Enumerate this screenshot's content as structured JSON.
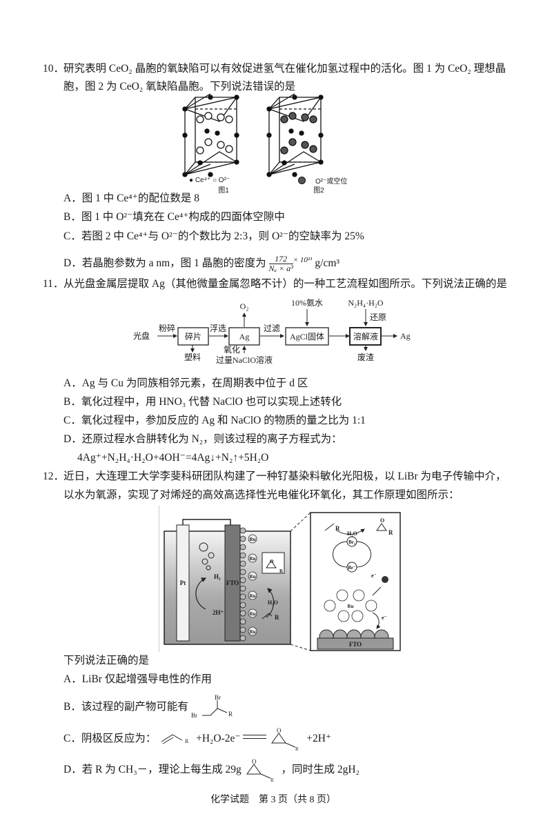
{
  "q10": {
    "number": "10．",
    "line1": "研究表明 CeO₂ 晶胞的氧缺陷可以有效促进氢气在催化加氢过程中的活化。图 1 为 CeO₂ 理想晶",
    "line2": "胞，图 2 为 CeO₂ 氧缺陷晶胞。下列说法错误的是",
    "figure": {
      "legend1_ce": "Ce⁴⁺",
      "legend1_o": "O²⁻",
      "caption1": "图1",
      "legend2": "O²⁻或空位",
      "caption2": "图2"
    },
    "options": {
      "A": "A．图 1 中 Ce⁴⁺的配位数是 8",
      "B": "B．图 1 中 O²⁻填充在 Ce⁴⁺构成的四面体空隙中",
      "C": "C．若图 2 中 Ce⁴⁺与 O²⁻的个数比为 2:3，则 O²⁻的空缺率为 25%",
      "D_prefix": "D．若晶胞参数为 a nm，图 1 晶胞的密度为",
      "D_num": "172",
      "D_den": "Nₐ × a³",
      "D_exp": "× 10²¹",
      "D_unit": "g/cm³"
    }
  },
  "q11": {
    "number": "11．",
    "line1": "从光盘金属层提取 Ag（其他微量金属忽略不计）的一种工艺流程如图所示。下列说法正确的是",
    "flow": {
      "start": "光盘",
      "step1_label": "粉碎",
      "box1": "碎片",
      "out1": "塑料",
      "step2_label": "浮选",
      "box2": "Ag",
      "gas": "O₂",
      "oxid_label": "氧化",
      "oxid_reagent": "过量NaClO溶液",
      "step3_label": "过滤",
      "box3": "AgCl固体",
      "ammonia": "10%氨水",
      "box4": "溶解液",
      "reagent4": "N₂H₄·H₂O",
      "reduce_label": "还原",
      "waste": "废渣",
      "product": "Ag"
    },
    "options": {
      "A": "A．Ag 与 Cu 为同族相邻元素，在周期表中位于 d 区",
      "B": "B．氧化过程中，用 HNO₃ 代替 NaClO 也可以实现上述转化",
      "C": "C．氧化过程中，参加反应的 Ag 和 NaClO 的物质的量之比为 1:1",
      "D": "D．还原过程水合肼转化为 N₂，则该过程的离子方程式为：",
      "D_eq": "4Ag⁺+N₂H₄·H₂O+4OH⁻=4Ag↓+N₂↑+5H₂O"
    }
  },
  "q12": {
    "number": "12．",
    "line1": "近日，大连理工大学李斐科研团队构建了一种钌基染料敏化光阳极，以 LiBr 为电子传输中介，",
    "line2": "以水为氧源，实现了对烯烃的高效高选择性光电催化环氧化，其工作原理如图所示：",
    "figure": {
      "pt": "Pt",
      "h2": "H₂",
      "h_plus": "2H⁺",
      "fto": "FTO",
      "ru": "Ru",
      "h2o": "H₂O",
      "r": "R",
      "br2": "Br₂",
      "br_minus": "Br⁻",
      "electron": "e⁻",
      "o": "O"
    },
    "prompt": "下列说法正确的是",
    "options": {
      "A": "A．LiBr 仅起增强导电性的作用",
      "B": "B．该过程的副产物可能有",
      "B_br": "Br",
      "C_prefix": "C．阴极区反应为：",
      "C_mid": "+H₂O-2e⁻",
      "C_end": "+2H⁺",
      "D_prefix": "D．若 R 为 CH₃－，理论上每生成 29g",
      "D_end": "，同时生成 2gH₂",
      "r": "R",
      "o": "O"
    }
  },
  "footer": "化学试题　第  3  页（共 8 页）"
}
